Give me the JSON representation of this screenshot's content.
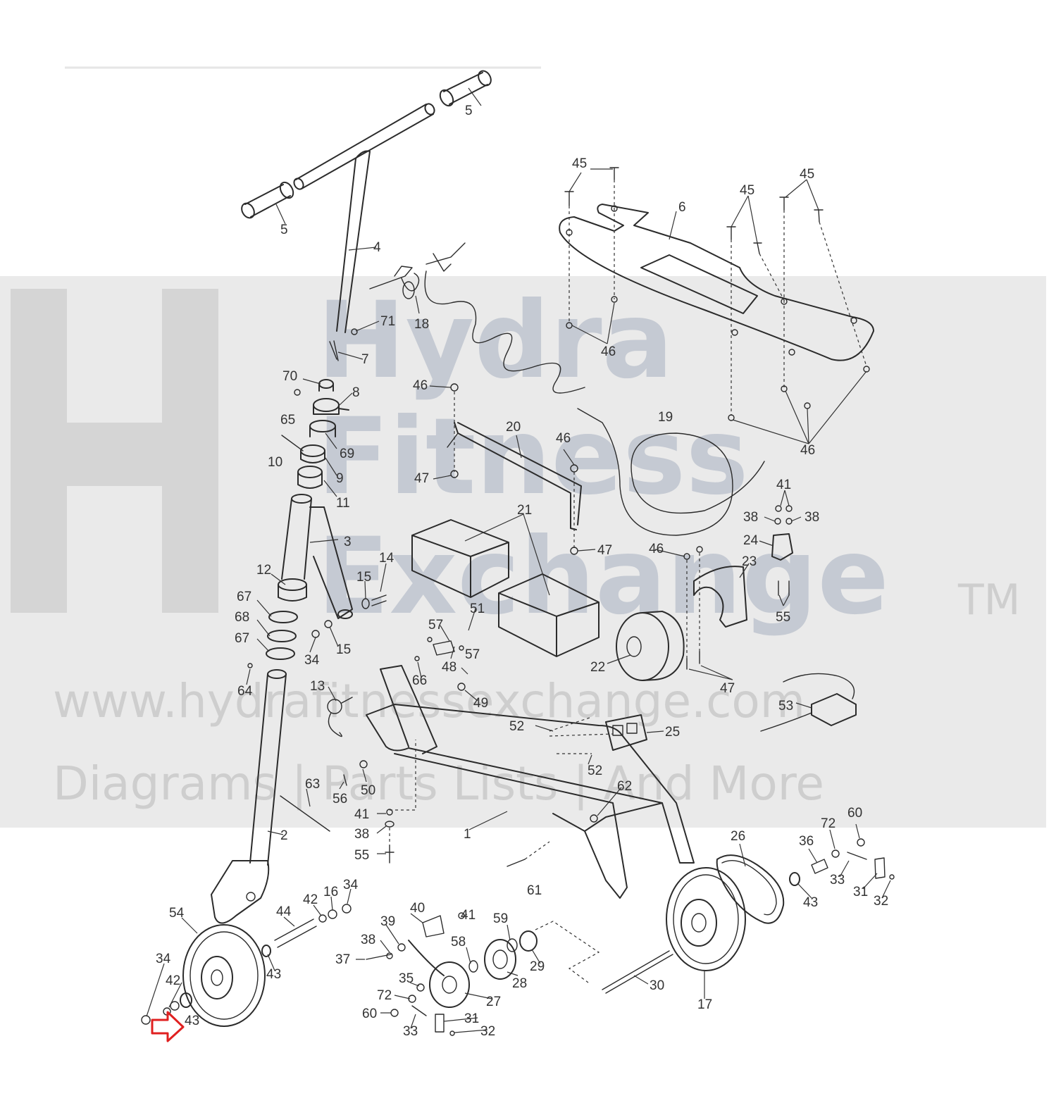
{
  "watermark": {
    "brand_line1": "Hydra",
    "brand_line2": "Fitness",
    "brand_line3": "Exchange",
    "trademark": "TM",
    "url": "www.hydrafitnessexchange.com",
    "tagline": "Diagrams | Parts Lists | And More"
  },
  "highlight": {
    "color": "#e02020",
    "target_callout": "43"
  },
  "colors": {
    "line": "#2b2b2b",
    "watermark_band": "#d8d8d8"
  },
  "callouts": {
    "c1": "1",
    "c2": "2",
    "c3": "3",
    "c4": "4",
    "c5a": "5",
    "c5b": "5",
    "c6": "6",
    "c7": "7",
    "c8": "8",
    "c9": "9",
    "c10": "10",
    "c11": "11",
    "c12": "12",
    "c13": "13",
    "c14": "14",
    "c15a": "15",
    "c15b": "15",
    "c16": "16",
    "c17": "17",
    "c18": "18",
    "c19": "19",
    "c20": "20",
    "c21": "21",
    "c22": "22",
    "c23": "23",
    "c24": "24",
    "c25": "25",
    "c26": "26",
    "c27": "27",
    "c28": "28",
    "c29": "29",
    "c30": "30",
    "c31a": "31",
    "c31b": "31",
    "c32a": "32",
    "c32b": "32",
    "c33a": "33",
    "c33b": "33",
    "c34a": "34",
    "c34b": "34",
    "c34c": "34",
    "c35": "35",
    "c36": "36",
    "c37": "37",
    "c38a": "38",
    "c38b": "38",
    "c38c": "38",
    "c38d": "38",
    "c39": "39",
    "c40": "40",
    "c41a": "41",
    "c41b": "41",
    "c41c": "41",
    "c42a": "42",
    "c42b": "42",
    "c43a": "43",
    "c43b": "43",
    "c43c": "43",
    "c44": "44",
    "c45a": "45",
    "c45b": "45",
    "c45c": "45",
    "c46a": "46",
    "c46b": "46",
    "c46c": "46",
    "c46d": "46",
    "c46e": "46",
    "c47a": "47",
    "c47b": "47",
    "c47c": "47",
    "c48": "48",
    "c49": "49",
    "c50": "50",
    "c51": "51",
    "c52a": "52",
    "c52b": "52",
    "c53": "53",
    "c54": "54",
    "c55a": "55",
    "c55b": "55",
    "c56": "56",
    "c57a": "57",
    "c57b": "57",
    "c58": "58",
    "c59": "59",
    "c60a": "60",
    "c60b": "60",
    "c61": "61",
    "c62": "62",
    "c63": "63",
    "c64": "64",
    "c65": "65",
    "c66": "66",
    "c67a": "67",
    "c67b": "67",
    "c68": "68",
    "c69": "69",
    "c70": "70",
    "c71": "71",
    "c72a": "72",
    "c72b": "72"
  }
}
